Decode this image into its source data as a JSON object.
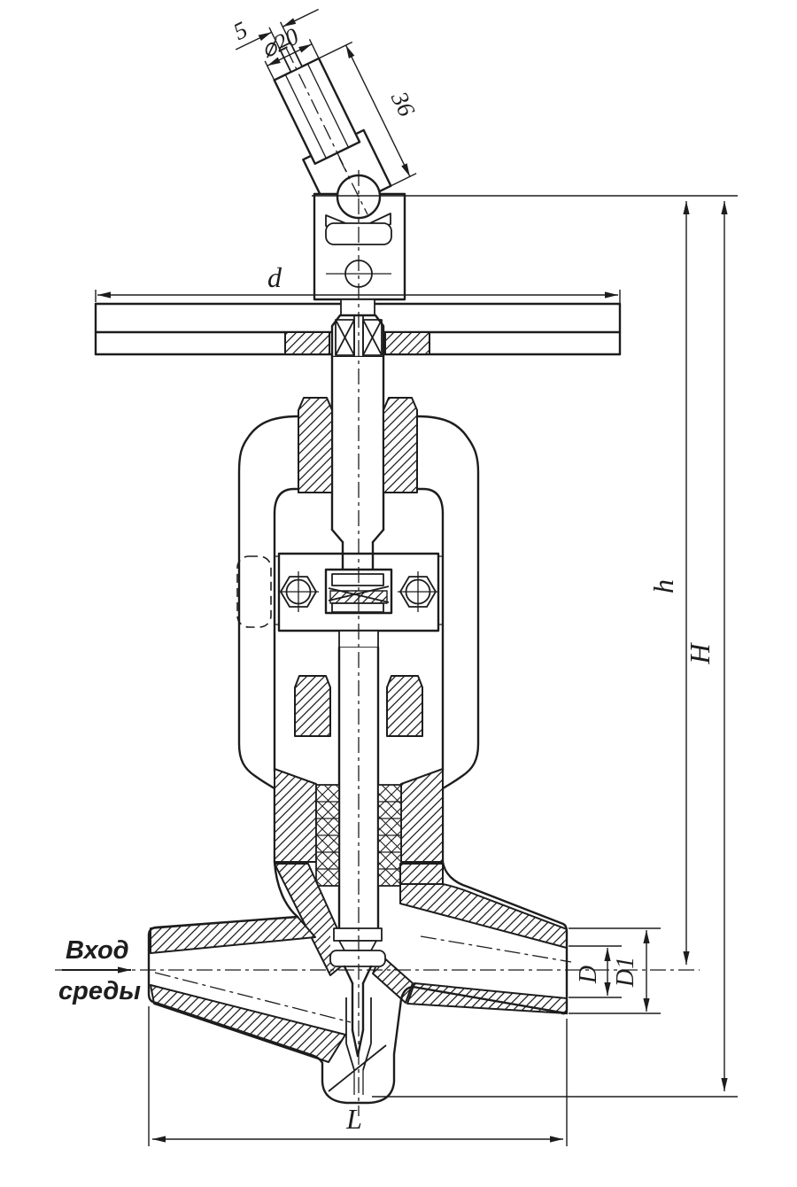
{
  "drawing": {
    "kind": "valve-cross-section",
    "colors": {
      "line": "#1d1d1d",
      "background": "#ffffff"
    }
  },
  "dimensions": {
    "stem_end_diameter": "⌀20",
    "stem_end_length": "36",
    "stem_end_flat": "5",
    "handwheel_diameter": "d",
    "center_height": "h",
    "total_height": "H",
    "bore_diameter": "D",
    "pipe_outer_diameter": "D1",
    "body_length": "L"
  },
  "annotations": {
    "inlet_line1": "Вход",
    "inlet_line2": "среды"
  }
}
